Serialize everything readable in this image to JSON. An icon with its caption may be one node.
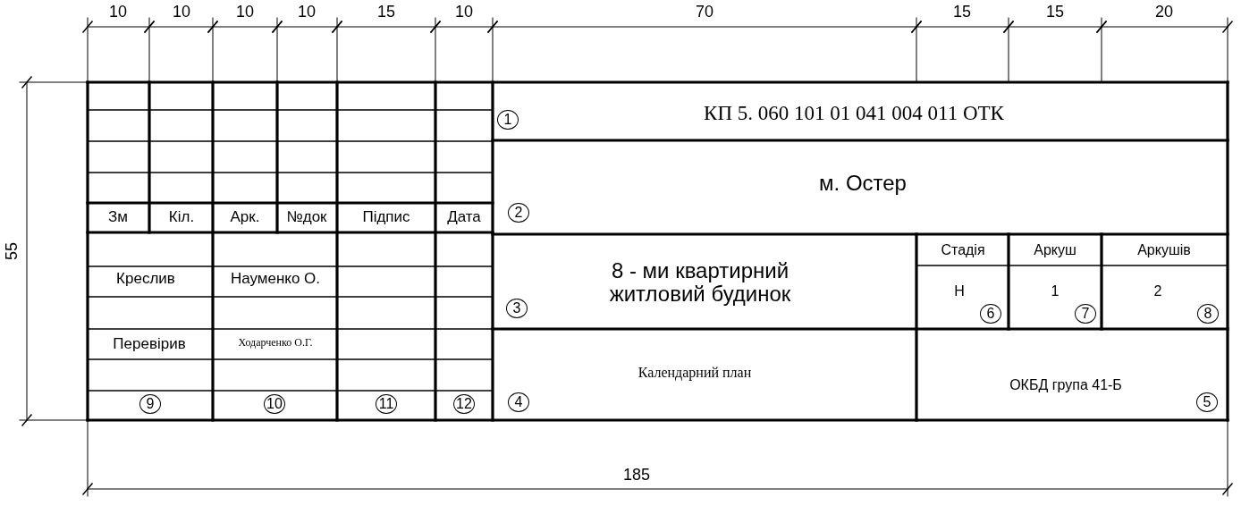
{
  "diagram": {
    "labels": [
      "10",
      "10",
      "10",
      "10",
      "15",
      "10",
      "70",
      "15",
      "15",
      "20",
      "55",
      "КП 5. 060 101 01 041 004 011 ОТК",
      "1",
      "м. Остер",
      "Зм",
      "Кіл.",
      "Арк.",
      "№док",
      "Підпис",
      "Дата",
      "2",
      "Стадія",
      "Аркуш",
      "Аркушів",
      "8 - ми квартирний житловий будинок",
      "Креслив",
      "Науменко О.",
      "Н",
      "1",
      "2",
      "3",
      "6",
      "7",
      "8",
      "Перевірив",
      "Ходарченко О.Г.",
      "Календарний план",
      "ОКБД група 41-Б",
      "9",
      "10",
      "11",
      "12",
      "4",
      "5",
      "185"
    ]
  }
}
